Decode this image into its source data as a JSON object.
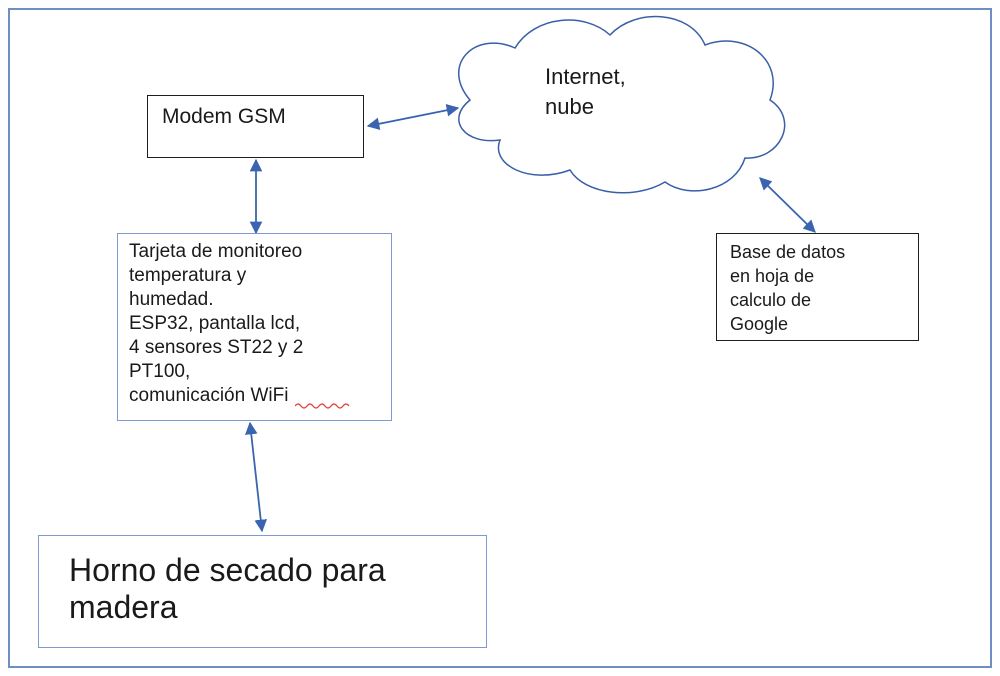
{
  "nodes": {
    "modem": {
      "label": "Modem GSM"
    },
    "cloud": {
      "label": "Internet,\nnube"
    },
    "tarjeta": {
      "label": "Tarjeta de monitoreo\ntemperatura y\nhumedad.\nESP32, pantalla lcd,\n4 sensores ST22 y 2\nPT100,\ncomunicación WiFi"
    },
    "basedatos": {
      "label": "Base de datos\nen hoja de\ncalculo de\nGoogle"
    },
    "horno": {
      "label": "Horno de secado para\nmadera"
    }
  },
  "connectors": [
    {
      "from": "modem",
      "to": "cloud",
      "direction": "bidirectional"
    },
    {
      "from": "modem",
      "to": "tarjeta",
      "direction": "bidirectional"
    },
    {
      "from": "tarjeta",
      "to": "horno",
      "direction": "bidirectional"
    },
    {
      "from": "cloud",
      "to": "basedatos",
      "direction": "bidirectional"
    }
  ],
  "colors": {
    "frame": "#6f8fc4",
    "arrow": "#3a64b0",
    "box_border_light": "#7d9bd1",
    "box_border_dark": "#1e1e1e",
    "cloud_border": "#3a5fa8",
    "spellcheck": "#e0413a"
  }
}
